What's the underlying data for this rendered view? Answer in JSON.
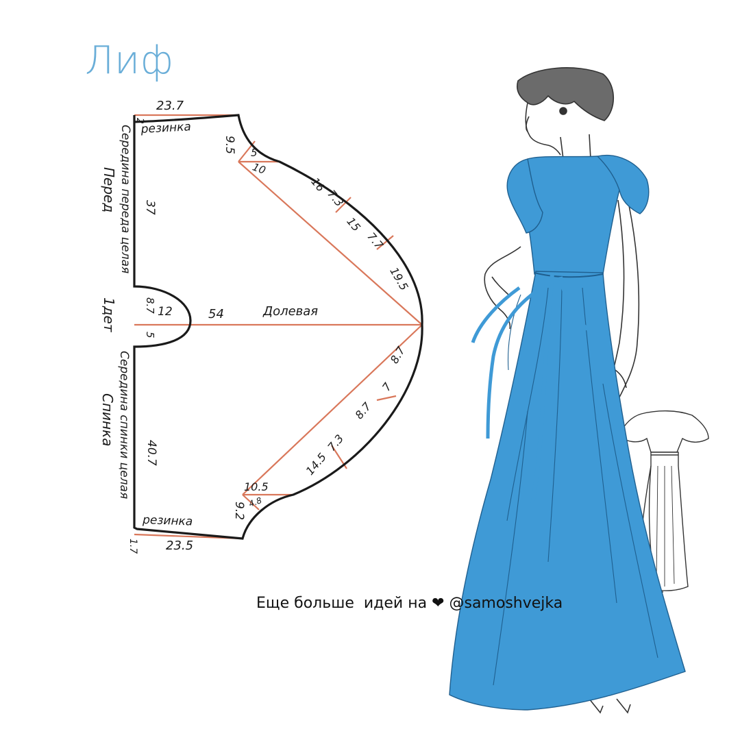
{
  "title": "Лиф",
  "footer": {
    "text": "Еще больше  идей на ",
    "heart": "❤",
    "handle": " @samoshvejka"
  },
  "pattern": {
    "labels": {
      "waist_top": "23.7",
      "waist_top_small": "2",
      "elastic_top": "резинка",
      "neck_drop_front": "9.5",
      "neck_5": "5",
      "neck_10": "10",
      "seg_16": "16",
      "seg_73a": "7.3",
      "seg_15": "15",
      "seg_77": "7.7",
      "seg_195": "19.5",
      "front_center_len": "37",
      "front_center_label": "Середина переда целая",
      "front_label": "Перед",
      "armhole_87": "8.7",
      "armhole_12": "12",
      "grain_54": "54",
      "grain_label": "Долевая",
      "armhole_5": "5",
      "detail_count": "1дет",
      "back_center_label": "Середина спинки целая",
      "back_label": "Спинка",
      "back_center_len": "40.7",
      "seg_87b": "8.7",
      "seg_7": "7",
      "seg_87c": "8.7",
      "seg_73b": "7.3",
      "seg_145": "14.5",
      "neck_105": "10.5",
      "neck_48": "4.8",
      "neck_drop_back": "9.2",
      "elastic_bottom": "резинка",
      "waist_bottom_small": "1.7",
      "waist_bottom": "23.5"
    }
  },
  "colors": {
    "title": "#6aaed8",
    "dress": "#3f9ad6",
    "construction": "#d9775a",
    "outline": "#1a1a1a"
  }
}
